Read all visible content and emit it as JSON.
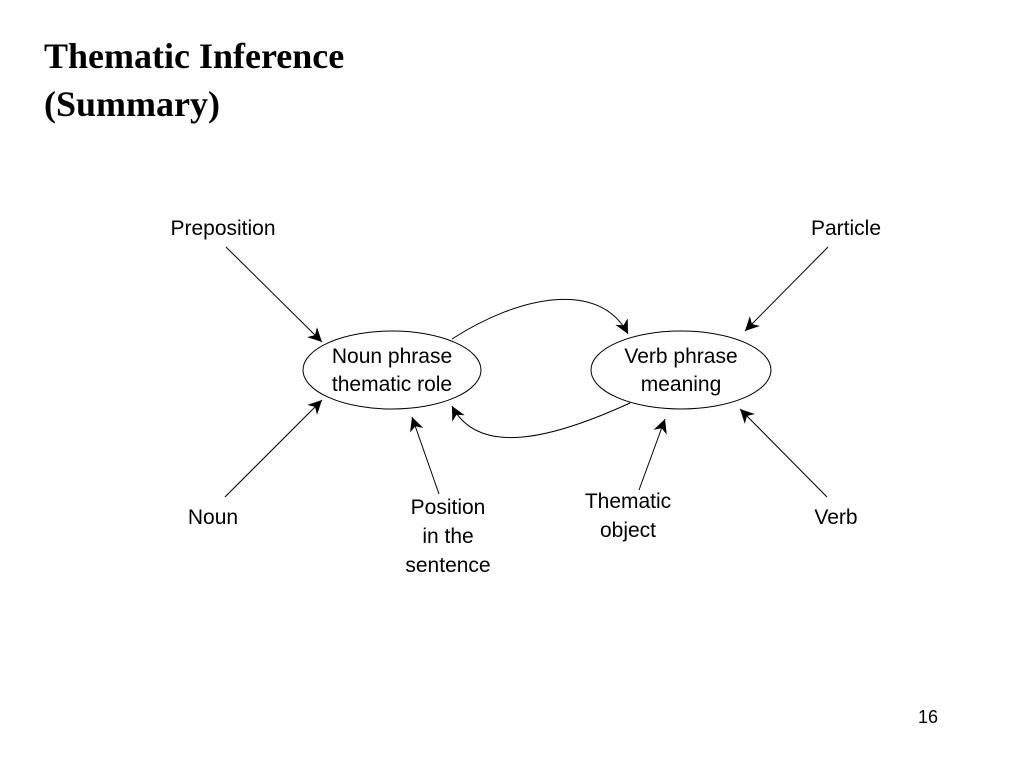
{
  "slide": {
    "title_line1": "Thematic Inference",
    "title_line2": "(Summary)",
    "page_number": "16"
  },
  "diagram": {
    "nodes": {
      "noun_phrase": {
        "line1": "Noun phrase",
        "line2": "thematic role"
      },
      "verb_phrase": {
        "line1": "Verb phrase",
        "line2": "meaning"
      }
    },
    "inputs": {
      "preposition": "Preposition",
      "particle": "Particle",
      "noun": "Noun",
      "position": {
        "line1": "Position",
        "line2": "in the",
        "line3": "sentence"
      },
      "thematic_object": {
        "line1": "Thematic",
        "line2": "object"
      },
      "verb": "Verb"
    }
  }
}
